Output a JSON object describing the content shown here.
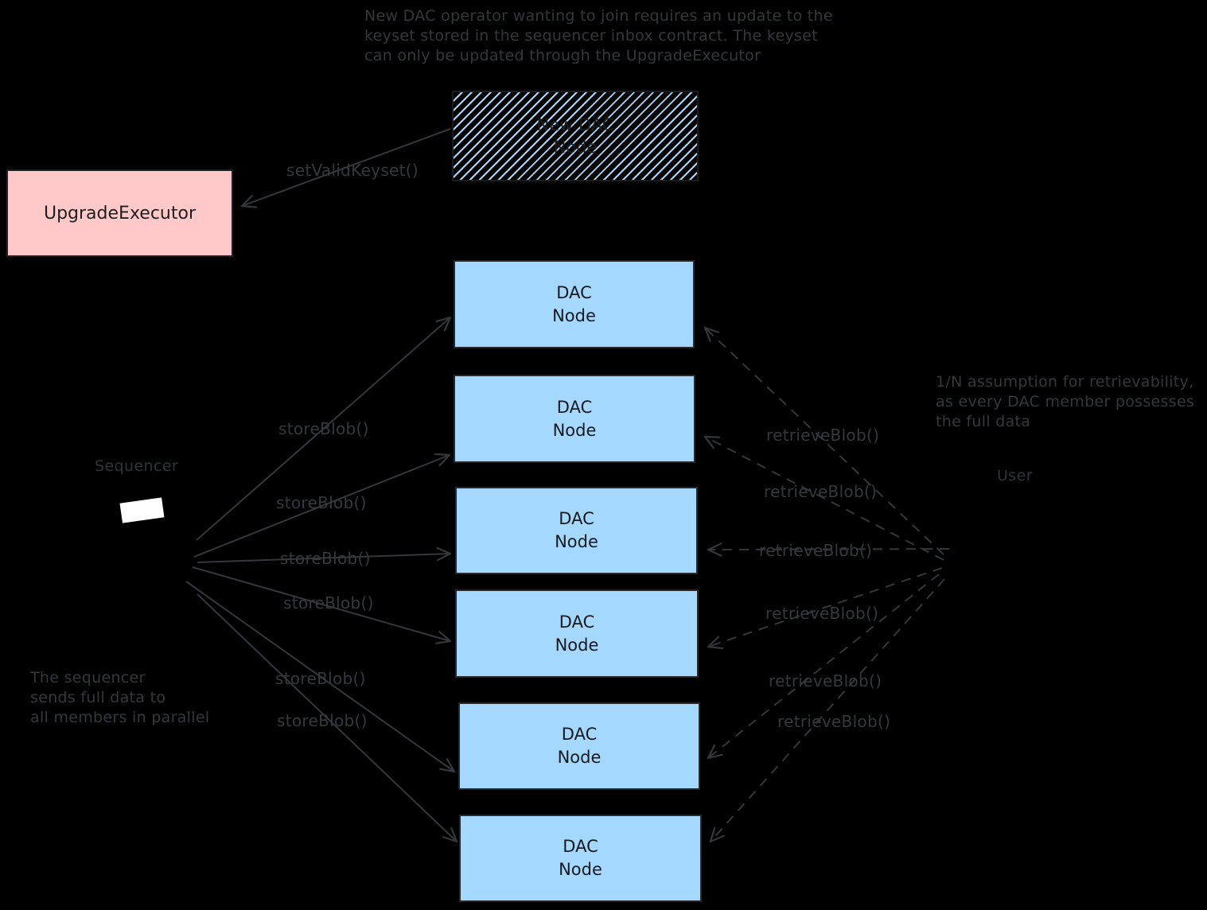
{
  "colors": {
    "background": "#000000",
    "annotation_gray": "#34373c",
    "upgrade_executor_fill": "#ffc9c9",
    "dac_node_fill": "#a5d8ff",
    "hatch_stripe": "#a5d8ff",
    "box_text": "#1e1e1e",
    "sequencer_icon": "#ffffff"
  },
  "notes": {
    "top": "New DAC operator wanting to join requires an update to the\nkeyset stored in the sequencer inbox contract. The keyset\ncan only be updated through the UpgradeExecutor",
    "left": "The sequencer\nsends full data to\nall members in parallel",
    "right": "1/N assumption for retrievability,\nas every DAC member possesses\nthe full data"
  },
  "actors": {
    "sequencer": "Sequencer",
    "user": "User"
  },
  "boxes": {
    "upgrade_executor": "UpgradeExecutor",
    "new_dac_node": "New DAC\nNode",
    "dac_node": "DAC\nNode",
    "dac_node_count": 6
  },
  "edges": {
    "set_valid_keyset": "setValidKeyset()",
    "store_blob": "storeBlob()",
    "retrieve_blob": "retrieveBlob()"
  }
}
